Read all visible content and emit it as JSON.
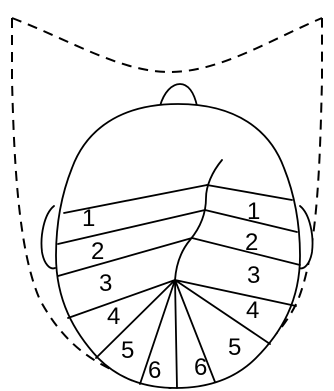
{
  "diagram": {
    "colors": {
      "line": "#000000",
      "background": "#ffffff"
    },
    "left_labels": [
      "1",
      "2",
      "3",
      "4",
      "5",
      "6"
    ],
    "right_labels": [
      "1",
      "2",
      "3",
      "4",
      "5",
      "6"
    ]
  }
}
